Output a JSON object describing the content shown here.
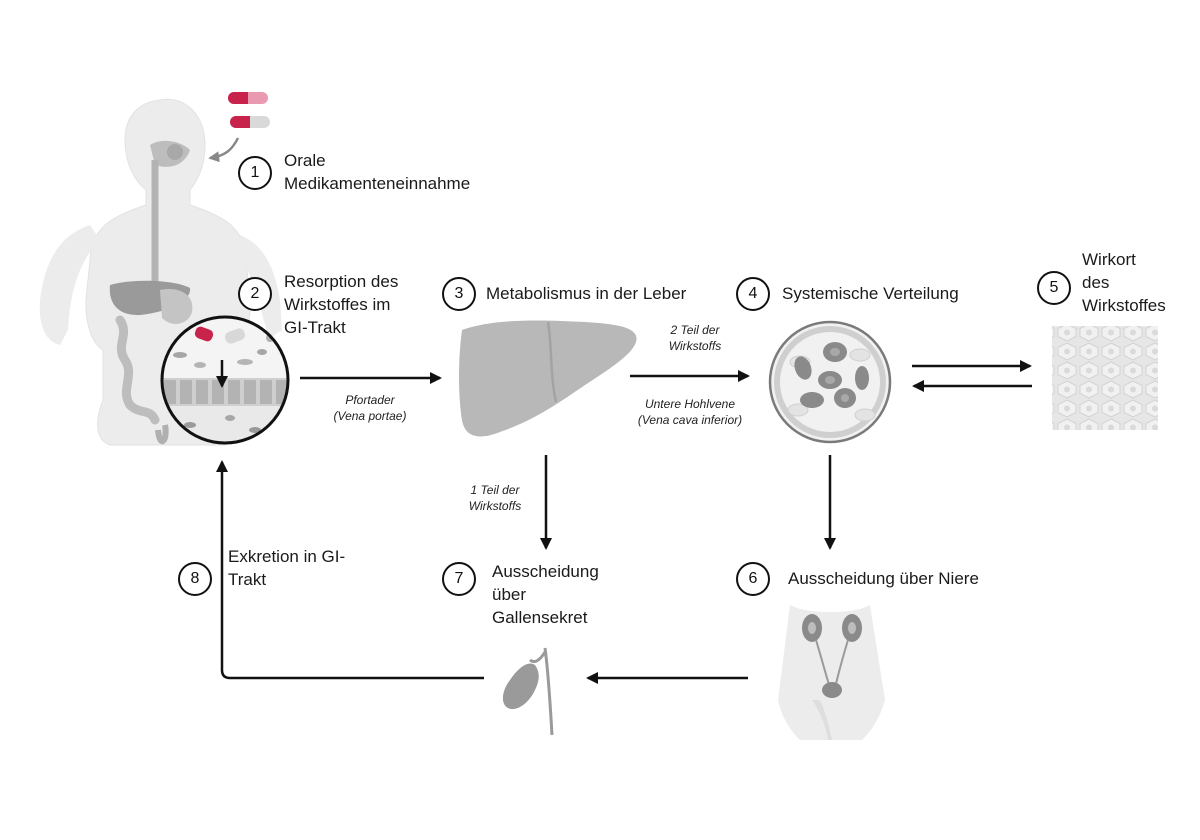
{
  "steps": [
    {
      "number": "1",
      "lines": [
        "Orale",
        "Medikamenteneinnahme"
      ]
    },
    {
      "number": "2",
      "lines": [
        "Resorption des",
        "Wirkstoffes im",
        "GI-Trakt"
      ]
    },
    {
      "number": "3",
      "lines": [
        "Metabolismus in der Leber"
      ]
    },
    {
      "number": "4",
      "lines": [
        "Systemische Verteilung"
      ]
    },
    {
      "number": "5",
      "lines": [
        "Wirkort",
        "des",
        "Wirkstoffes"
      ]
    },
    {
      "number": "6",
      "lines": [
        "Ausscheidung über Niere"
      ]
    },
    {
      "number": "7",
      "lines": [
        "Ausscheidung",
        "über",
        "Gallensekret"
      ]
    },
    {
      "number": "8",
      "lines": [
        "Exkretion in GI-",
        "Trakt"
      ]
    }
  ],
  "arrow_labels": {
    "portal": [
      "Pfortader",
      "(Vena portae)"
    ],
    "part2": [
      "2 Teil der",
      "Wirkstoffs"
    ],
    "vena_cava": [
      "Untere Hohlvene",
      "(Vena cava inferior)"
    ],
    "part1": [
      "1 Teil der",
      "Wirkstoffs"
    ]
  },
  "colors": {
    "organ_gray": "#b8b8b8",
    "organ_dark": "#9a9a9a",
    "body_light": "#ececec",
    "pill_red": "#c8234a",
    "pill_pink": "#e99ab0",
    "arrow": "#111111",
    "rbc": "#8a8a8a"
  }
}
